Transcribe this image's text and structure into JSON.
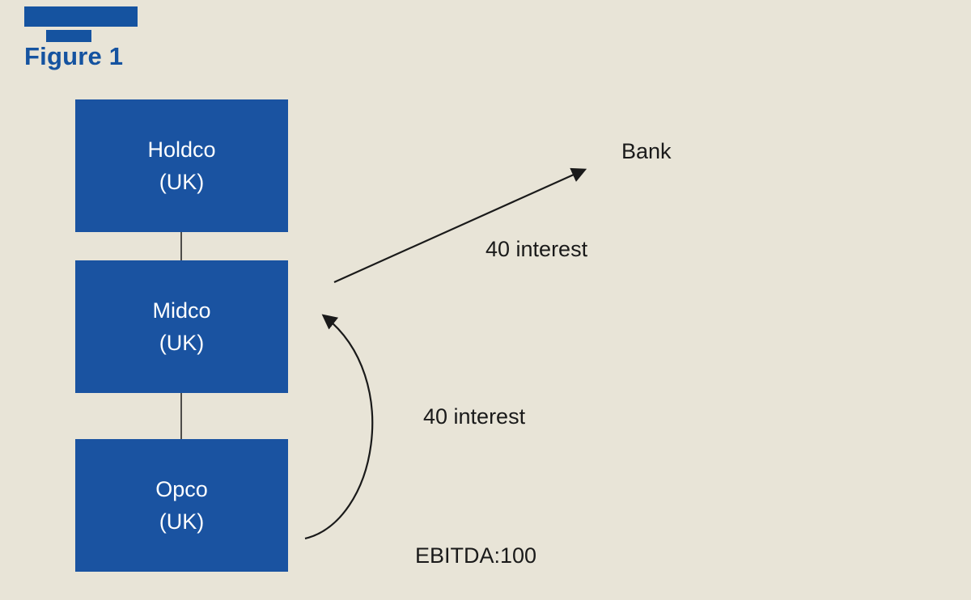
{
  "figure": {
    "title": "Figure 1"
  },
  "colors": {
    "background": "#e8e4d7",
    "box_blue": "#1a53a1",
    "title_blue": "#1553a0",
    "line_dark": "#1a1a1a",
    "box_text": "#ffffff"
  },
  "nodes": {
    "holdco": {
      "name": "Holdco",
      "country": "(UK)"
    },
    "midco": {
      "name": "Midco",
      "country": "(UK)"
    },
    "opco": {
      "name": "Opco",
      "country": "(UK)"
    },
    "bank": {
      "name": "Bank"
    }
  },
  "labels": {
    "bank_interest": "40 interest",
    "intercompany_interest": "40 interest",
    "ebitda": "EBITDA:100"
  }
}
